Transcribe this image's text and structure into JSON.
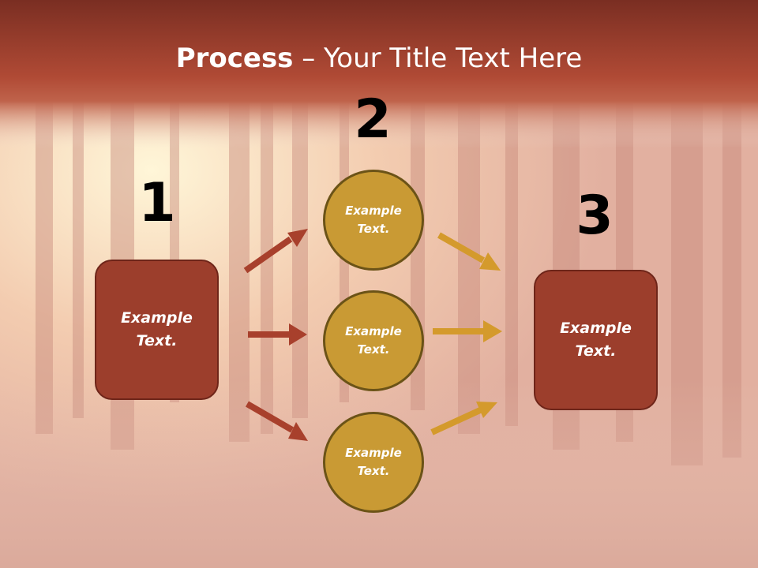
{
  "title": {
    "bold": "Process",
    "rest": " – Your Title Text Here"
  },
  "steps": [
    {
      "number": "1",
      "text": "Example Text."
    },
    {
      "number": "2",
      "items": [
        "Example Text.",
        "Example Text.",
        "Example Text."
      ]
    },
    {
      "number": "3",
      "text": "Example Text."
    }
  ],
  "colors": {
    "header": "#a8402c",
    "box_fill": "#9c3e2c",
    "circle_fill": "#c99a34",
    "left_arrows": "#a8402c",
    "right_arrows": "#d49a2c"
  }
}
